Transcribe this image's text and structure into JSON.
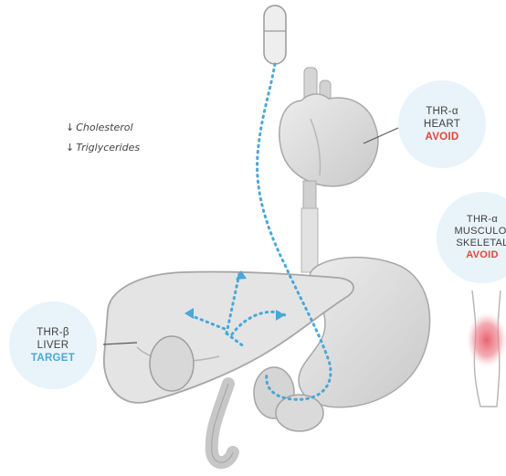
{
  "effects": {
    "down_arrow": "↓",
    "line1": "Cholesterol",
    "line2": "Triglycerides"
  },
  "heart_label": {
    "receptor": "THR-α",
    "organ": "HEART",
    "action": "AVOID"
  },
  "muscle_label": {
    "receptor": "THR-α",
    "organ_line1": "MUSCULO-",
    "organ_line2": "SKELETAL",
    "action": "AVOID"
  },
  "liver_label": {
    "receptor": "THR-β",
    "organ": "LIVER",
    "action": "TARGET"
  },
  "colors": {
    "avoid": "#e2453a",
    "target": "#4aa7d8",
    "bubble": "#e9f3fa",
    "path": "#4aa7d8",
    "organ": "#d9d9d9"
  }
}
